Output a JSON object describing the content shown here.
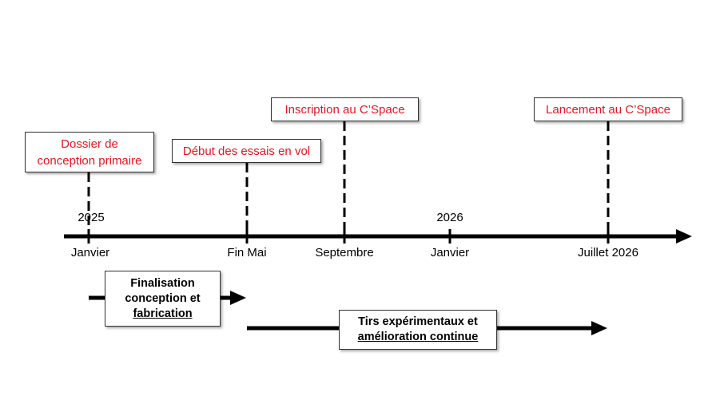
{
  "events": [
    {
      "label_lines": [
        "Dossier de",
        "conception primaire"
      ]
    },
    {
      "label_lines": [
        "Début des essais en vol"
      ]
    },
    {
      "label_lines": [
        "Inscription au C’Space"
      ]
    },
    {
      "label_lines": [
        "Lancement au C’Space"
      ]
    }
  ],
  "years": [
    "2025",
    "2026"
  ],
  "ticks": [
    "Janvier",
    "Fin Mai",
    "Septembre",
    "Janvier",
    "Juillet 2026"
  ],
  "phases": [
    {
      "line1": "Finalisation",
      "line2": "conception et",
      "line3_underlined": "fabrication"
    },
    {
      "line1": "Tirs expérimentaux et",
      "line2_underlined": "amélioration continue"
    }
  ],
  "colors": {
    "event_text": "#e8141d",
    "axis": "#000000"
  }
}
